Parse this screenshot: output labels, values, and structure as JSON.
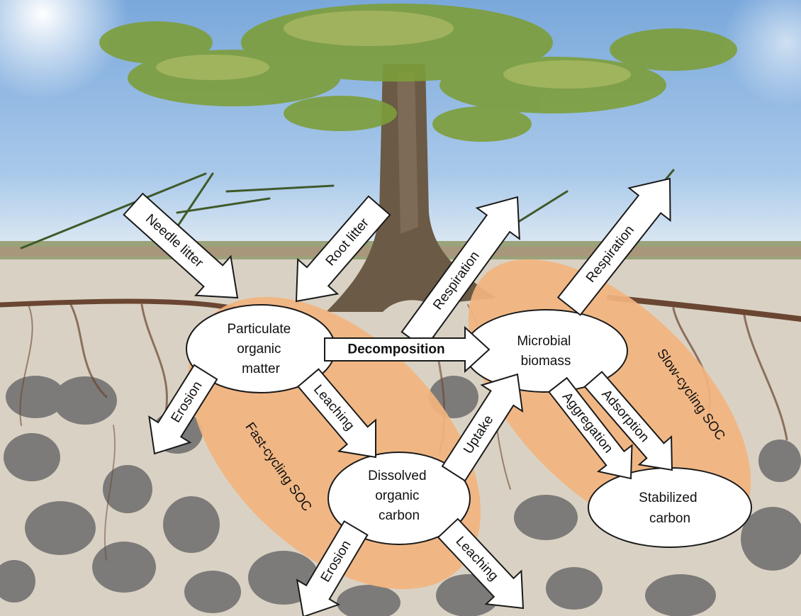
{
  "nodes": {
    "pom": [
      "Particulate",
      "organic",
      "matter"
    ],
    "doc": [
      "Dissolved",
      "organic",
      "carbon"
    ],
    "microbial": [
      "Microbial",
      "biomass"
    ],
    "stabilized": [
      "Stabilized",
      "carbon"
    ]
  },
  "pools": {
    "fast": "Fast-cycling SOC",
    "slow": "Slow-cycling SOC"
  },
  "arrows": {
    "needle_litter": "Needle litter",
    "root_litter": "Root litter",
    "respiration_left": "Respiration",
    "respiration_right": "Respiration",
    "decomposition": "Decomposition",
    "erosion_pom": "Erosion",
    "leaching_pom": "Leaching",
    "uptake": "Uptake",
    "aggregation": "Aggregation",
    "adsorption": "Adsorption",
    "erosion_doc": "Erosion",
    "leaching_doc": "Leaching"
  },
  "colors": {
    "sky_top": "#6f9fd6",
    "sky_bottom": "#dce9f4",
    "soil": "#d9d2c4",
    "pool_fill": "#f2b47f",
    "stone": "#6f6f6f",
    "arrow_fill": "#ffffff",
    "arrow_stroke": "#1a1a1a",
    "root": "#6a4632",
    "foliage": "#7d9e3a",
    "trunk": "#6b5a45"
  }
}
